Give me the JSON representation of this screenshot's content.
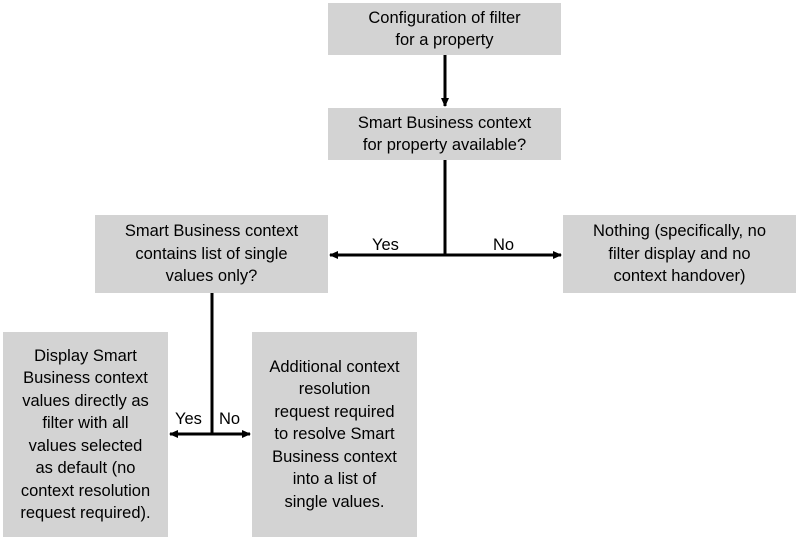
{
  "nodes": {
    "config_filter": "Configuration of filter\nfor a property",
    "context_available": "Smart Business context\nfor property available?",
    "single_values": "Smart Business context\ncontains list of single\nvalues only?",
    "nothing": "Nothing (specifically, no\nfilter display and no\ncontext handover)",
    "display_values": "Display Smart\nBusiness context\nvalues directly as\nfilter with all\nvalues selected\nas default (no\ncontext resolution\nrequest required).",
    "additional_request": "Additional context\nresolution\nrequest required\nto resolve Smart\nBusiness context\ninto a list of\nsingle values."
  },
  "edge_labels": {
    "top_yes": "Yes",
    "top_no": "No",
    "bottom_yes": "Yes",
    "bottom_no": "No"
  },
  "colors": {
    "box_fill": "#d3d3d3",
    "line": "#000000"
  }
}
